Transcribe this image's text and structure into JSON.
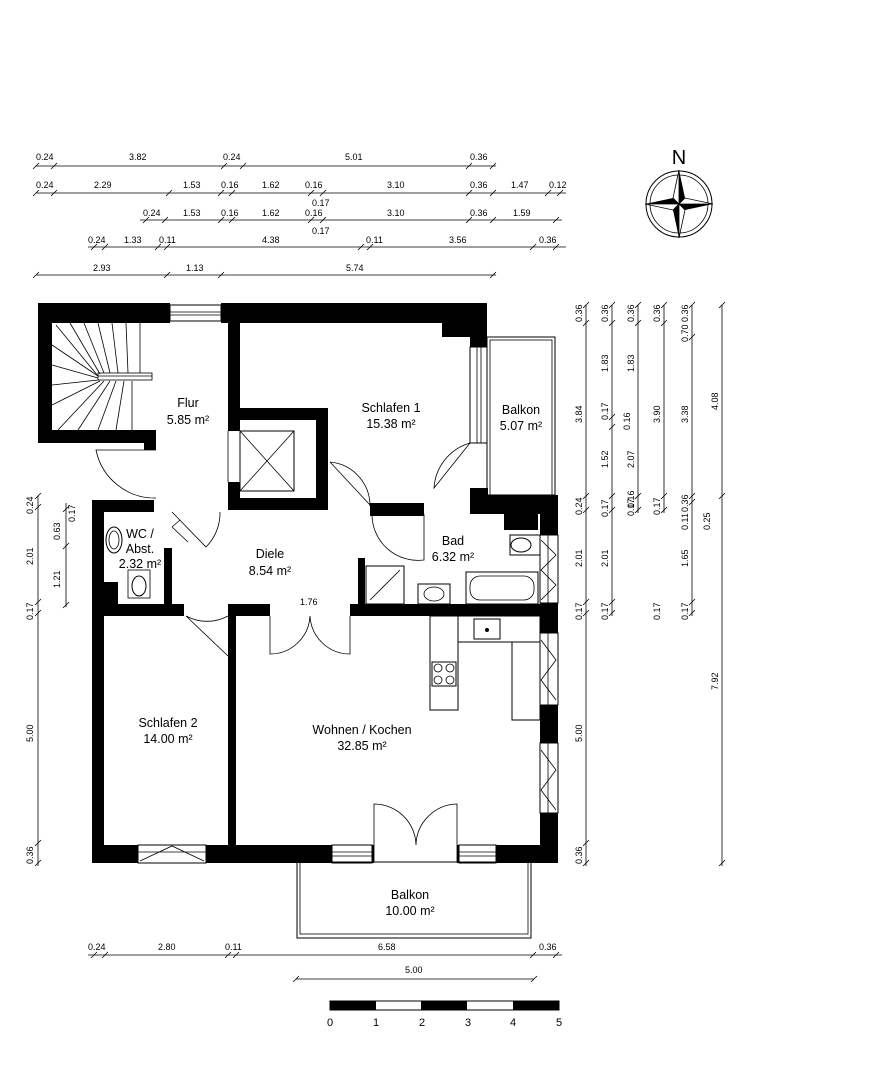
{
  "compass": {
    "label": "N"
  },
  "rooms": {
    "flur": {
      "name": "Flur",
      "area": "5.85 m²"
    },
    "schlafen1": {
      "name": "Schlafen 1",
      "area": "15.38 m²"
    },
    "balkon_top": {
      "name": "Balkon",
      "area": "5.07 m²"
    },
    "wc_line1": "WC /",
    "wc_line2": "Abst.",
    "wc_area": "2.32 m²",
    "bad": {
      "name": "Bad",
      "area": "6.32 m²"
    },
    "diele": {
      "name": "Diele",
      "area": "8.54 m²"
    },
    "schlafen2": {
      "name": "Schlafen 2",
      "area": "14.00 m²"
    },
    "wohnen": {
      "name": "Wohnen / Kochen",
      "area": "32.85 m²"
    },
    "balkon_bottom": {
      "name": "Balkon",
      "area": "10.00 m²"
    },
    "door_width": "1.76"
  },
  "dims_top": {
    "row1": [
      "0.24",
      "3.82",
      "0.24",
      "5.01",
      "0.36"
    ],
    "row2": [
      "0.24",
      "2.29",
      "1.53",
      "0.16",
      "1.62",
      "0.16",
      "3.10",
      "0.36",
      "1.47",
      "0.12"
    ],
    "row2_sub": "0.17",
    "row3": [
      "0.24",
      "1.53",
      "0.16",
      "1.62",
      "0.16",
      "3.10",
      "0.36",
      "1.59"
    ],
    "row3_sub": "0.17",
    "row4": [
      "0.24",
      "1.33",
      "0.11",
      "4.38",
      "0.11",
      "3.56",
      "0.36"
    ],
    "row5": [
      "2.93",
      "1.13",
      "5.74"
    ]
  },
  "dims_left": {
    "col1": [
      "0.24",
      "2.01",
      "0.17",
      "5.00",
      "0.36"
    ],
    "col2": [
      "0.17",
      "0.63",
      "1.21"
    ]
  },
  "dims_right": {
    "col1": [
      "0.36",
      "3.84",
      "0.24",
      "2.01",
      "0.17",
      "5.00",
      "0.36"
    ],
    "col2": [
      "0.36",
      "1.83",
      "0.17",
      "1.52",
      "0.17",
      "2.01",
      "0.17"
    ],
    "col3": [
      "0.36",
      "1.83",
      "0.16",
      "2.07",
      "0.16",
      "0.17"
    ],
    "col4": [
      "0.36",
      "3.90",
      "0.17",
      "0.17"
    ],
    "col5": [
      "0.36",
      "3.38",
      "0.11",
      "0.36",
      "1.65",
      "0.17"
    ],
    "col5b": [
      "0.70",
      "0.25"
    ],
    "col6": [
      "4.08",
      "7.92"
    ]
  },
  "dims_bottom": {
    "row1": [
      "0.24",
      "2.80",
      "0.11",
      "6.58",
      "0.36"
    ],
    "row2": [
      "5.00"
    ]
  },
  "scale_bar": {
    "labels": [
      "0",
      "1",
      "2",
      "3",
      "4",
      "5"
    ]
  }
}
